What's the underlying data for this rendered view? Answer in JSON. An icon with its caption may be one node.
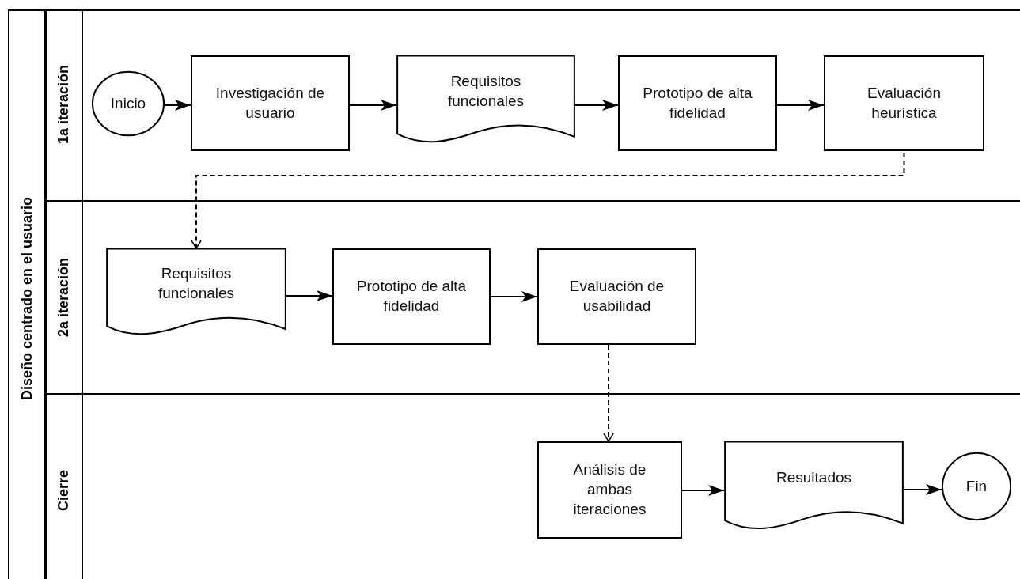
{
  "diagram": {
    "nodes": [
      {
        "text": [
          "Diseño centrado en el usuario"
        ]
      },
      {
        "text": [
          "1a iteración"
        ],
        "in": 0
      },
      {
        "text": [
          "2a iteración"
        ],
        "in": 0
      },
      {
        "text": [
          "Cierre"
        ],
        "in": 0
      },
      {
        "text": [
          "Inicio"
        ],
        "in": 1
      },
      {
        "text": [
          "Investigación de usuario"
        ],
        "in": 1
      },
      {
        "text": [
          "Requisitos funcionales"
        ],
        "in": 1
      },
      {
        "text": [
          "Prototipo de alta fidelidad"
        ],
        "in": 1
      },
      {
        "text": [
          "Evaluación heurística"
        ],
        "in": 1
      },
      {
        "text": [
          "Requisitos funcionales"
        ],
        "in": 2
      },
      {
        "text": [
          "Prototipo de alta fidelidad"
        ],
        "in": 2
      },
      {
        "text": [
          "Evaluación de usabilidad"
        ],
        "in": 2
      },
      {
        "text": [
          "Análisis de ambas iteraciones"
        ],
        "in": 3
      },
      {
        "text": [
          "Resultados"
        ],
        "in": 3
      },
      {
        "text": [
          "Fin"
        ],
        "in": 3
      }
    ],
    "edges": [
      {
        "from": 4,
        "to": 5,
        "arrow": "to"
      },
      {
        "from": 5,
        "to": 6,
        "arrow": "to"
      },
      {
        "from": 6,
        "to": 7,
        "arrow": "to"
      },
      {
        "from": 7,
        "to": 8,
        "arrow": "to"
      },
      {
        "from": 8,
        "to": 9,
        "arrow": "to",
        "style": "dashed"
      },
      {
        "from": 9,
        "to": 10,
        "arrow": "to"
      },
      {
        "from": 10,
        "to": 11,
        "arrow": "to"
      },
      {
        "from": 11,
        "to": 12,
        "arrow": "to",
        "style": "dashed"
      },
      {
        "from": 12,
        "to": 13,
        "arrow": "to"
      },
      {
        "from": 13,
        "to": 14,
        "arrow": "to"
      }
    ]
  }
}
